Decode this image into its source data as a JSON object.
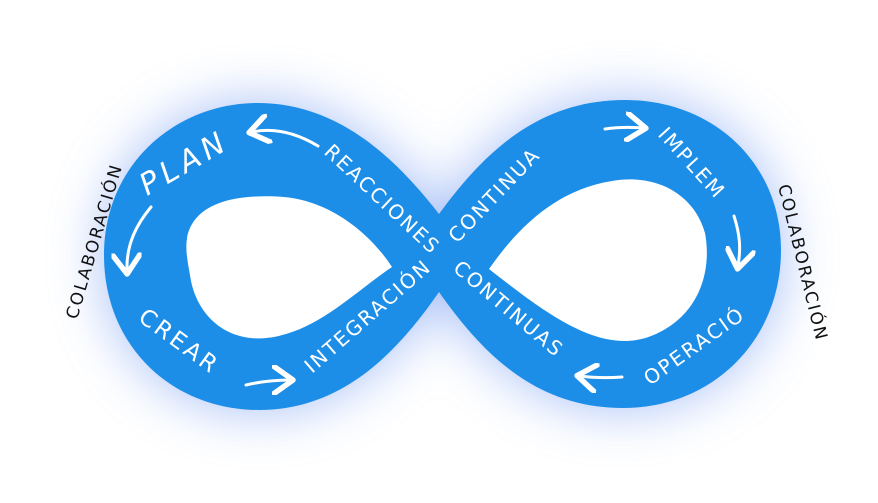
{
  "diagram": {
    "colors": {
      "loop_fill": "#1d8ee8",
      "glow": "#6f97f2",
      "label_text": "#ffffff",
      "outer_text": "#111111",
      "background": "#ffffff"
    },
    "stages": {
      "plan": "PLAN",
      "crear": "CREAR",
      "integracion": "INTEGRACIÓN",
      "continuas": "CONTINUAS",
      "operacion": "OPERACIÓN",
      "implem": "IMPLEM",
      "continua": "CONTINUA",
      "reacciones": "REACCIONES"
    },
    "side_labels": {
      "left": "COLABORACIÓN",
      "right": "COLABORACIÓN"
    },
    "arrow_icon": "curved-arrow-icon"
  }
}
